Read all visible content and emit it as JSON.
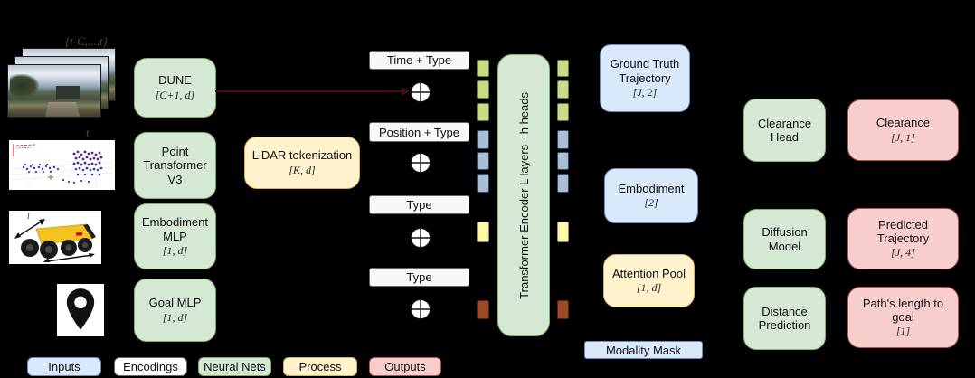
{
  "figure": {
    "background": "#000000",
    "description_visible_only": true
  },
  "input_labels": {
    "camera_frames": "{t-C,...,t}",
    "lidar_frame": "t",
    "robot_length": "l"
  },
  "nodes": {
    "dune": {
      "title": "DUNE",
      "dim": "[C+1, d]"
    },
    "point_transformer": {
      "title": "Point Transformer V3"
    },
    "embodiment_mlp": {
      "title": "Embodiment MLP",
      "dim": "[1, d]"
    },
    "goal_mlp": {
      "title": "Goal MLP",
      "dim": "[1, d]"
    },
    "lidar_tokenization": {
      "title": "LiDAR tokenization",
      "dim": "[K, d]"
    },
    "time_type": {
      "label": "Time + Type"
    },
    "position_type": {
      "label": "Position + Type"
    },
    "type_embodiment": {
      "label": "Type"
    },
    "type_goal": {
      "label": "Type"
    },
    "transformer_encoder": {
      "label": "Transformer Encoder L layers · h heads"
    },
    "ground_truth_trajectory": {
      "title": "Ground Truth Trajectory",
      "dim": "[J, 2]"
    },
    "embodiment": {
      "title": "Embodiment",
      "dim": "[2]"
    },
    "attention_pool": {
      "title": "Attention Pool",
      "dim": "[1, d]"
    },
    "modality_mask": {
      "label": "Modality Mask"
    },
    "clearance_head": {
      "title": "Clearance Head"
    },
    "diffusion_model": {
      "title": "Diffusion Model"
    },
    "distance_prediction": {
      "title": "Distance Prediction"
    },
    "clearance": {
      "title": "Clearance",
      "dim": "[J, 1]"
    },
    "predicted_trajectory": {
      "title": "Predicted Trajectory",
      "dim": "[J, 4]"
    },
    "path_length": {
      "title": "Path's length to goal",
      "dim": "[1]"
    }
  },
  "tokens": {
    "sequence": [
      "camera",
      "camera",
      "camera",
      "lidar",
      "lidar",
      "lidar",
      "embodiment",
      "goal"
    ],
    "colors": {
      "camera": {
        "fill": "#c6dd85",
        "border": "#6f7f45"
      },
      "lidar": {
        "fill": "#a9bed3",
        "border": "#2e4b67"
      },
      "embodiment": {
        "fill": "#fdf7a6",
        "border": "#8c8c8c"
      },
      "goal": {
        "fill": "#9e4a29",
        "border": "#55250f"
      }
    }
  },
  "colors": {
    "neural_net_fill": "#d5e8d4",
    "neural_net_border": "#82b366",
    "process_fill": "#fff2cc",
    "process_border": "#d6b656",
    "input_fill": "#dae8fc",
    "input_border": "#6c8ebf",
    "output_fill": "#f8cecc",
    "output_border": "#b85450",
    "encoding_fill": "#f7f7f7",
    "encoding_border": "#666666",
    "dune_arrow": "#4a0d0d"
  },
  "legend": {
    "items": [
      {
        "label": "Inputs",
        "fill": "#dae8fc",
        "border": "#6c8ebf"
      },
      {
        "label": "Encodings",
        "fill": "#ffffff",
        "border": "#666666"
      },
      {
        "label": "Neural Nets",
        "fill": "#d5e8d4",
        "border": "#82b366"
      },
      {
        "label": "Process",
        "fill": "#fff2cc",
        "border": "#d6b656"
      },
      {
        "label": "Outputs",
        "fill": "#f8cecc",
        "border": "#b85450"
      }
    ]
  }
}
